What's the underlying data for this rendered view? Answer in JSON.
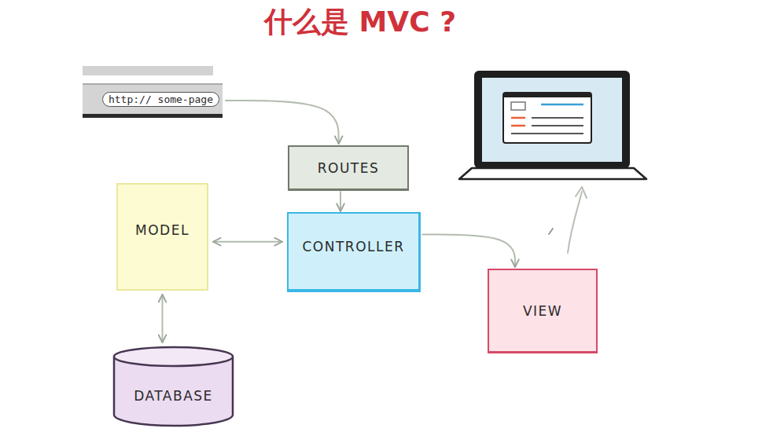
{
  "diagram": {
    "title": "什么是 MVC ?",
    "nodes": [
      {
        "text": [
          "http:// some-page"
        ]
      },
      {
        "text": [
          "ROUTES"
        ]
      },
      {
        "text": [
          "MODEL"
        ]
      },
      {
        "text": [
          "CONTROLLER"
        ]
      },
      {
        "text": [
          "VIEW"
        ]
      },
      {
        "text": [
          "DATABASE"
        ]
      }
    ],
    "edges": [
      {
        "from": 0,
        "to": 1,
        "arrow": "to"
      },
      {
        "from": 1,
        "to": 3,
        "arrow": "to"
      },
      {
        "from": 2,
        "to": 3,
        "arrow": "both"
      },
      {
        "from": 3,
        "to": 4,
        "arrow": "to"
      },
      {
        "from": 2,
        "to": 5,
        "arrow": "both"
      }
    ]
  }
}
